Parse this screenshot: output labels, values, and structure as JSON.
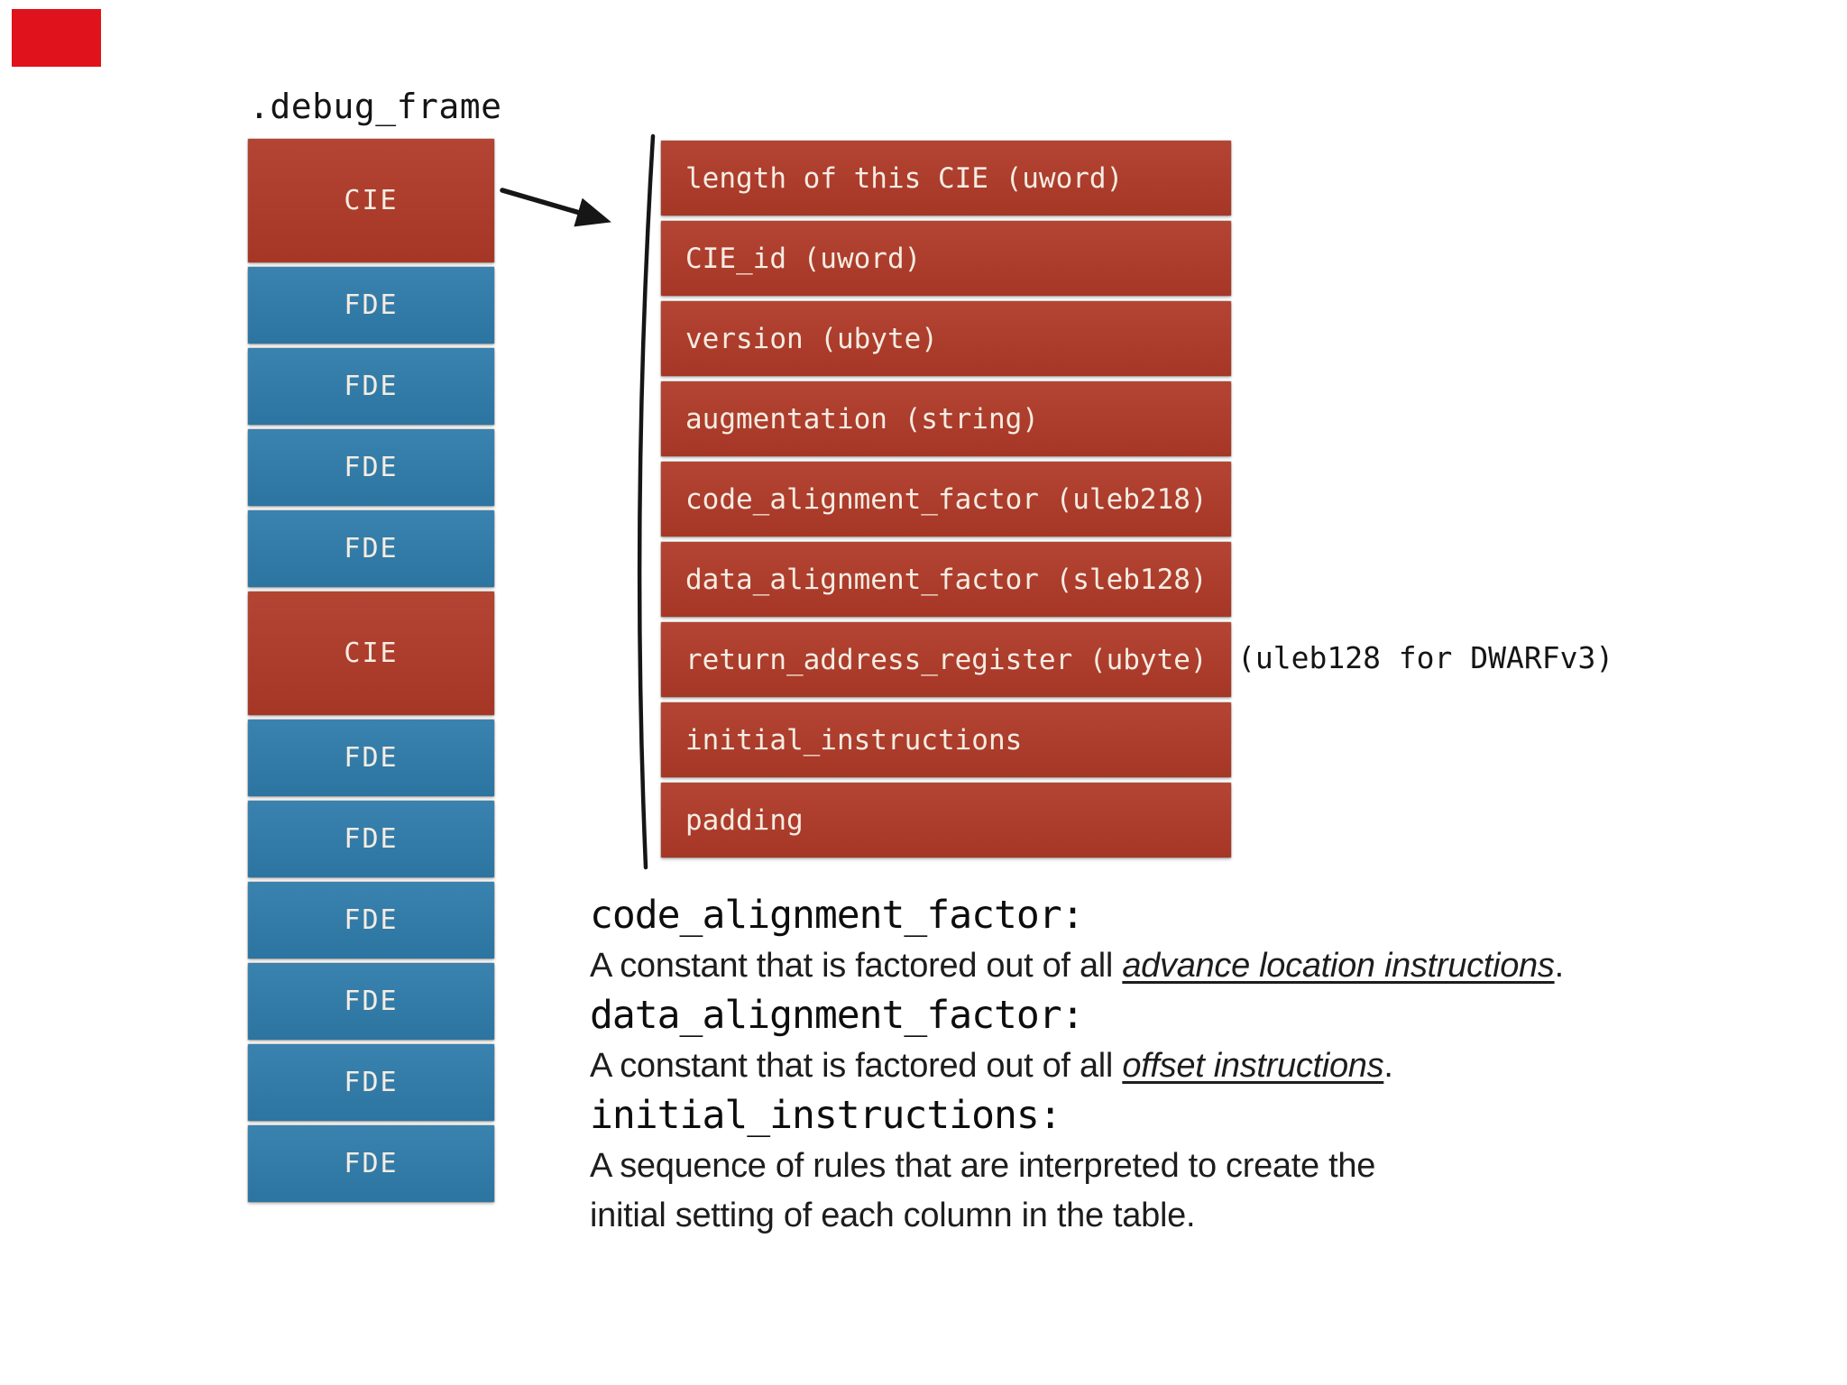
{
  "corner_marker": {
    "color": "#e0121b"
  },
  "diagram": {
    "title": ".debug_frame",
    "stack": [
      {
        "kind": "cie",
        "label": "CIE"
      },
      {
        "kind": "fde",
        "label": "FDE"
      },
      {
        "kind": "fde",
        "label": "FDE"
      },
      {
        "kind": "fde",
        "label": "FDE"
      },
      {
        "kind": "fde",
        "label": "FDE"
      },
      {
        "kind": "cie",
        "label": "CIE"
      },
      {
        "kind": "fde",
        "label": "FDE"
      },
      {
        "kind": "fde",
        "label": "FDE"
      },
      {
        "kind": "fde",
        "label": "FDE"
      },
      {
        "kind": "fde",
        "label": "FDE"
      },
      {
        "kind": "fde",
        "label": "FDE"
      },
      {
        "kind": "fde",
        "label": "FDE"
      }
    ],
    "cie_fields": [
      "length of this CIE (uword)",
      "CIE_id (uword)",
      "version (ubyte)",
      "augmentation (string)",
      "code_alignment_factor (uleb218)",
      "data_alignment_factor (sleb128)",
      "return_address_register (ubyte)",
      "initial_instructions",
      "padding"
    ],
    "annotation": "(uleb128 for DWARFv3)",
    "colors": {
      "cie": "#b03a28",
      "fde": "#2f7cab",
      "box_text": "#f4ece2",
      "line": "#161616"
    }
  },
  "notes": [
    {
      "heading": "code_alignment_factor:",
      "body": [
        [
          {
            "t": "A constant that is factored out of all "
          },
          {
            "t": "advance location instructions",
            "em": true
          },
          {
            "t": "."
          }
        ]
      ]
    },
    {
      "heading": "data_alignment_factor:",
      "body": [
        [
          {
            "t": "A constant that is factored out of all "
          },
          {
            "t": "offset instructions",
            "em": true
          },
          {
            "t": "."
          }
        ]
      ]
    },
    {
      "heading": "initial_instructions:",
      "body": [
        [
          {
            "t": "A sequence of rules that are interpreted to create the"
          }
        ],
        [
          {
            "t": "initial setting of each column in the table."
          }
        ]
      ]
    }
  ]
}
